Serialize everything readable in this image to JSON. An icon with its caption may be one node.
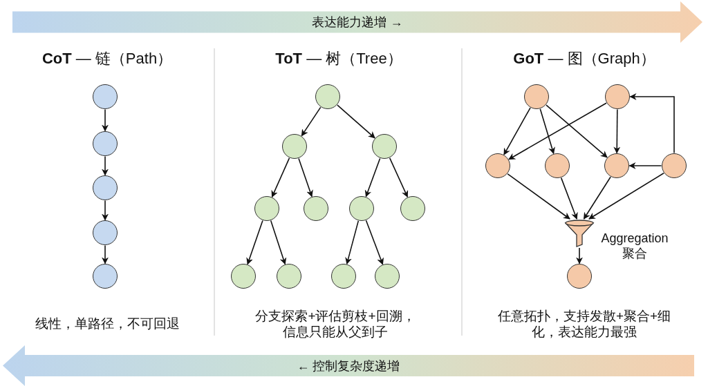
{
  "diagram": {
    "nodes": [
      {
        "text": [
          "表达能力递增 →"
        ]
      },
      {
        "text": [
          "← 控制复杂度递增"
        ]
      },
      {
        "text": [],
        "shape": "circle"
      },
      {
        "text": [],
        "shape": "circle"
      },
      {
        "text": [],
        "shape": "circle"
      },
      {
        "text": [],
        "shape": "circle"
      },
      {
        "text": [],
        "shape": "circle"
      },
      {
        "text": [],
        "shape": "circle"
      },
      {
        "text": [],
        "shape": "circle"
      },
      {
        "text": [],
        "shape": "circle"
      },
      {
        "text": [],
        "shape": "circle"
      },
      {
        "text": [],
        "shape": "circle"
      },
      {
        "text": [],
        "shape": "circle"
      },
      {
        "text": [],
        "shape": "circle"
      },
      {
        "text": [],
        "shape": "circle"
      },
      {
        "text": [],
        "shape": "circle"
      },
      {
        "text": [],
        "shape": "circle"
      },
      {
        "text": [],
        "shape": "circle"
      },
      {
        "text": [],
        "shape": "circle"
      },
      {
        "text": [],
        "shape": "circle"
      },
      {
        "text": [],
        "shape": "circle"
      },
      {
        "text": [],
        "shape": "circle"
      },
      {
        "text": [],
        "shape": "circle"
      },
      {
        "text": [],
        "shape": "circle"
      },
      {
        "text": [],
        "shape": "funnel",
        "beside": [
          "Aggregation 聚合"
        ]
      },
      {
        "text": [],
        "shape": "circle"
      }
    ],
    "edges": [
      {
        "from": 2,
        "to": 3,
        "arrow": "to"
      },
      {
        "from": 3,
        "to": 4,
        "arrow": "to"
      },
      {
        "from": 4,
        "to": 5,
        "arrow": "to"
      },
      {
        "from": 5,
        "to": 6,
        "arrow": "to"
      },
      {
        "from": 7,
        "to": 8,
        "arrow": "to"
      },
      {
        "from": 7,
        "to": 9,
        "arrow": "to"
      },
      {
        "from": 8,
        "to": 10,
        "arrow": "to"
      },
      {
        "from": 8,
        "to": 11,
        "arrow": "to"
      },
      {
        "from": 9,
        "to": 12,
        "arrow": "to"
      },
      {
        "from": 9,
        "to": 13,
        "arrow": "to"
      },
      {
        "from": 10,
        "to": 14,
        "arrow": "to"
      },
      {
        "from": 10,
        "to": 15,
        "arrow": "to"
      },
      {
        "from": 12,
        "to": 16,
        "arrow": "to"
      },
      {
        "from": 12,
        "to": 17,
        "arrow": "to"
      },
      {
        "from": 18,
        "to": 20,
        "arrow": "to"
      },
      {
        "from": 18,
        "to": 21,
        "arrow": "to"
      },
      {
        "from": 18,
        "to": 22,
        "arrow": "to"
      },
      {
        "from": 19,
        "to": 20,
        "arrow": "to"
      },
      {
        "from": 19,
        "to": 22,
        "arrow": "to"
      },
      {
        "from": 23,
        "to": 19,
        "arrow": "to"
      },
      {
        "from": 23,
        "to": 22,
        "arrow": "to"
      },
      {
        "from": 20,
        "to": 24,
        "arrow": "to"
      },
      {
        "from": 21,
        "to": 24,
        "arrow": "to"
      },
      {
        "from": 22,
        "to": 24,
        "arrow": "to"
      },
      {
        "from": 23,
        "to": 24,
        "arrow": "to"
      },
      {
        "from": 24,
        "to": 25,
        "arrow": "to"
      }
    ],
    "labels": [
      "**CoT** — 链（Path）",
      "**ToT** — 树（Tree）",
      "**GoT** — 图（Graph）",
      "线性，单路径，不可回退",
      "分支探索+评估剪枝+回溯，信息只能从父到子",
      "任意拓扑，支持发散+聚合+细化，表达能力最强"
    ]
  }
}
